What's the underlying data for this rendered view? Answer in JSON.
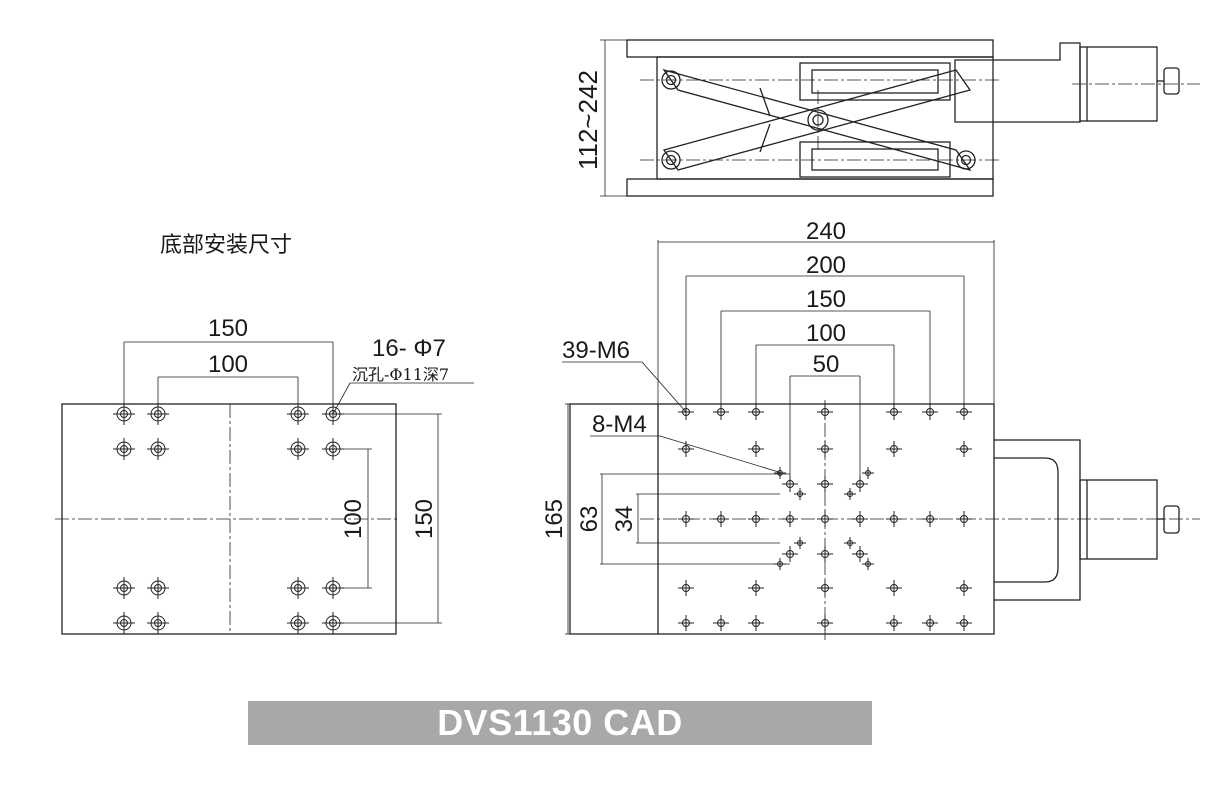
{
  "title": "DVS1130 CAD",
  "side_view": {
    "height_label": "112~242"
  },
  "bottom_mount": {
    "heading": "底部安装尺寸",
    "dims": {
      "w_outer": "150",
      "w_inner": "100",
      "h_inner": "100",
      "h_outer": "150"
    },
    "hole_callout": "16- Φ7",
    "hole_subcallout": "沉孔-Φ11深7"
  },
  "top_view": {
    "dims": {
      "w_240": "240",
      "w_200": "200",
      "w_150": "150",
      "w_100": "100",
      "w_50": "50",
      "h_165": "165",
      "h_63": "63",
      "h_34": "34"
    },
    "callout_m6": "39-M6",
    "callout_m4": "8-M4"
  }
}
